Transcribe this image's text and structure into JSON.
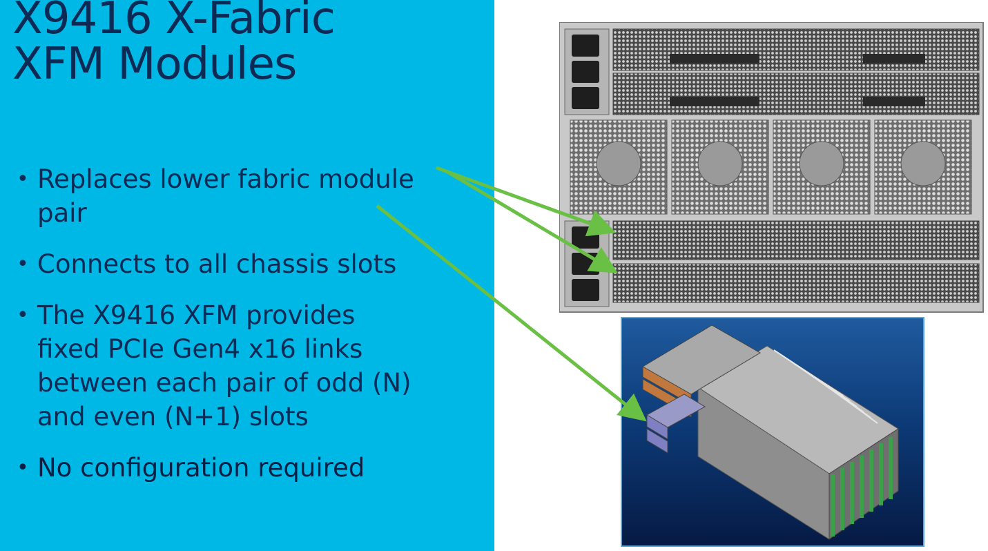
{
  "slide": {
    "title_line1": "X9416 X-Fabric",
    "title_line2": "XFM Modules",
    "bullets": [
      {
        "line1": "Replaces lower fabric module",
        "line2": "pair"
      },
      {
        "line1": "Connects to all chassis slots"
      },
      {
        "line1": "The X9416 XFM provides",
        "line2": "fixed PCIe Gen4 x16 links",
        "line3": "between each pair of odd (N)",
        "line4": "and even (N+1) slots"
      },
      {
        "line1": "No configuration required"
      }
    ]
  },
  "colors": {
    "panel_bg": "#00b8e6",
    "text": "#0d2a55",
    "arrow": "#6abf45"
  },
  "icons": {
    "chassis": "chassis-rear-image",
    "xfm_render": "xfm-3d-render-image"
  }
}
